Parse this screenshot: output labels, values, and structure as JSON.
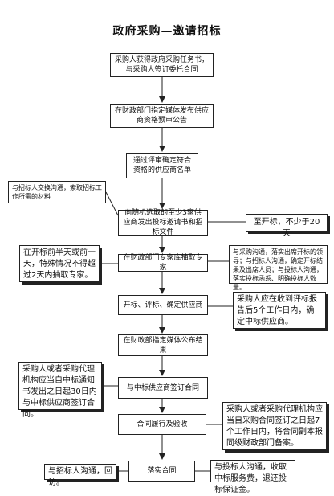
{
  "title": "政府采购—邀请招标",
  "steps": [
    "采购人获得政府采购任务书，与采购人签订委托合同",
    "在财政部门指定媒体发布供应商资格预审公告",
    "通过评审确定符合资格的供应商名单",
    "向随机选取的至少3家供应商发出投标邀请书和招标文件",
    "在财政部门专家库抽取专家",
    "开标、评标、确定供应商",
    "在财政部指定媒体公布结果",
    "与中标供应商签订合同",
    "合同履行及验收",
    "落实合同"
  ],
  "notes": {
    "left_1": "与招标人交换沟通，索取招标工作所需的材料",
    "right_deadline": "至开标，不少于20天",
    "left_experts": "在开标前半天或前一天，特殊情况不得超过2天内抽取专家。",
    "right_bidding": "与采购沟通，落实出席开标的领导；与招标人沟通，确定开标结果及出席人员；与投标人沟通，落实投标函系、明确投标人数量。",
    "right_report": "采购人应在收到评标报告后5个工作日内，确定中标供应商。",
    "left_contract": "采购人或者采购代理机构应当自中标通知书发出之日起30日内与中标供应商签订合同。",
    "right_record": "采购人或者采购代理机构应当自采购合同签订之日起7个工作日内，将合同副本报同级财政部门备案。",
    "left_final": "与招标人沟通，回访。",
    "right_final": "与投标人沟通，收取中标服务费，退还投标保证金。"
  }
}
